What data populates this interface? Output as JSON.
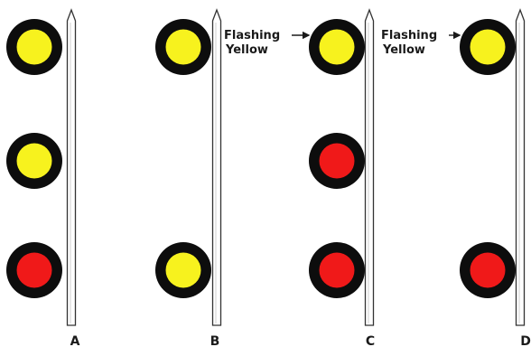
{
  "figure": {
    "colors": {
      "ring": "#0d0d0d",
      "yellow": "#f7f21e",
      "red": "#f01919",
      "pole_fill": "#ffffff",
      "pole_stroke": "#333333"
    },
    "signals": [
      {
        "label": "A",
        "lamps": [
          "yellow",
          "yellow",
          "red"
        ],
        "note": null
      },
      {
        "label": "B",
        "lamps": [
          "yellow",
          null,
          "yellow"
        ],
        "note": null
      },
      {
        "label": "C",
        "lamps": [
          "yellow",
          "red",
          "red"
        ],
        "note": {
          "line1": "Flashing",
          "line2": "Yellow"
        }
      },
      {
        "label": "D",
        "lamps": [
          "yellow",
          null,
          "red"
        ],
        "note": {
          "line1": "Flashing",
          "line2": "Yellow"
        }
      }
    ]
  }
}
